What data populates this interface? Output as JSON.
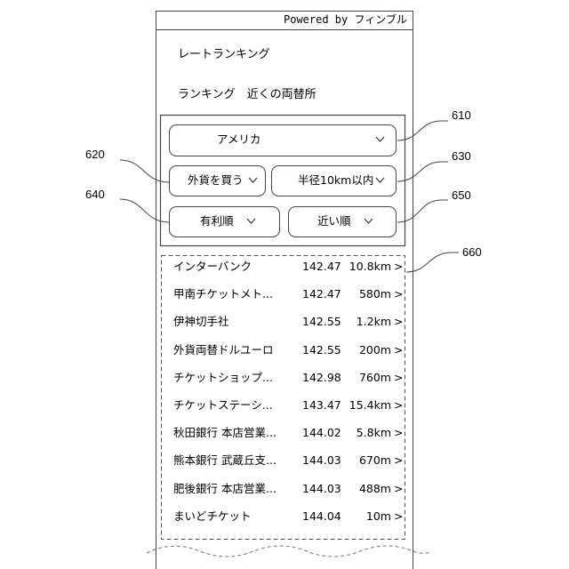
{
  "header": {
    "powered_by": "Powered by フィンブル"
  },
  "page": {
    "title": "レートランキング",
    "subtitle": "ランキング　近くの両替所"
  },
  "controls": {
    "currency": {
      "value": "アメリカ",
      "icon": "chevron-down-icon"
    },
    "trade": {
      "value": "外貨を買う",
      "icon": "chevron-down-icon"
    },
    "radius": {
      "value": "半径10km以内",
      "icon": "chevron-down-icon"
    },
    "sort_rate": {
      "value": "有利順",
      "icon": "chevron-down-icon"
    },
    "sort_distance": {
      "value": "近い順",
      "icon": "chevron-down-icon"
    }
  },
  "list": {
    "rows": [
      {
        "name": "インターバンク",
        "rate": "142.47",
        "distance": "10.8km"
      },
      {
        "name": "甲南チケットメト...",
        "rate": "142.47",
        "distance": "580m"
      },
      {
        "name": "伊神切手社",
        "rate": "142.55",
        "distance": "1.2km"
      },
      {
        "name": "外貨両替ドルユーロ",
        "rate": "142.55",
        "distance": "200m"
      },
      {
        "name": "チケットショップ...",
        "rate": "142.98",
        "distance": "760m"
      },
      {
        "name": "チケットステーシ...",
        "rate": "143.47",
        "distance": "15.4km"
      },
      {
        "name": "秋田銀行 本店営業...",
        "rate": "144.02",
        "distance": "5.8km"
      },
      {
        "name": "熊本銀行 武蔵丘支...",
        "rate": "144.03",
        "distance": "670m"
      },
      {
        "name": "肥後銀行 本店営業...",
        "rate": "144.03",
        "distance": "488m"
      },
      {
        "name": "まいどチケット",
        "rate": "144.04",
        "distance": "10m"
      }
    ],
    "arrow_glyph": ">"
  },
  "reference_numerals": {
    "r610": "610",
    "r620": "620",
    "r630": "630",
    "r640": "640",
    "r650": "650",
    "r660": "660"
  }
}
